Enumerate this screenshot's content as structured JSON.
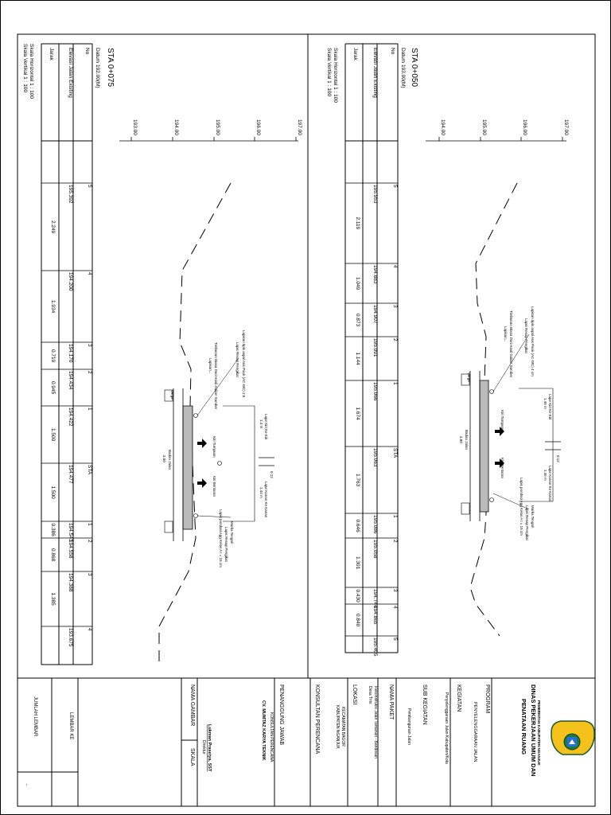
{
  "panel_a": {
    "title": "STA 0+050",
    "datum": "Datum 193.00(M)",
    "row_no": "No",
    "row_elev": "Elevasi Jalan Existing",
    "row_jarak": "Jarak",
    "y_ticks": [
      "194.00",
      "195.00",
      "196.00",
      "197.00"
    ],
    "stations": [
      "5",
      "4",
      "3",
      "2",
      "1",
      "STA",
      "1",
      "2",
      "3",
      "4",
      "5"
    ],
    "elevations": [
      "195.953",
      "194.883",
      "194.907",
      "195.091",
      "195.066",
      "195.063",
      "195.086",
      "195.058",
      "194.744",
      "194.865",
      "195.405"
    ],
    "distances": [
      "2.119",
      "1.049",
      "0.873",
      "1.144",
      "1.674",
      "1.763",
      "0.646",
      "1.301",
      "0.430",
      "0.840"
    ],
    "scale_h": "Skala Horizontal 1 : 100",
    "scale_v": "Skala Vertikal  1 : 100",
    "ann_lane_left_a": "Lajur Kiri Ke Kiri",
    "ann_lane_left_b": "1.46 m",
    "ann_lane_right_a": "Lajur Kanan Ke Kanan",
    "ann_lane_right_b": "1.46 m",
    "ann_gap": "0.12",
    "ann_surface": "Lapisan tipis aspal Aus Pasir (AC-WC) 4 cm",
    "ann_tack": "Lapis Resap Pengikat",
    "ann_base": "Timbunan Biasa Dari Hasil Galian Sumber",
    "ann_sub": "Lapisan...",
    "ann_shoulder": "Badan Jalan",
    "ann_shoulder_w": "3.80",
    "ann_center": "Marka Tengah",
    "ann_agg_tack": "Lapis Resap Pengikat",
    "ann_agg_base": "Lapis pondasi Agg Kelas A t = 15 cm",
    "ann_slope_l": "Kiri Tumpuan",
    "ann_slope_r": "Kiri Bentaran",
    "ann_verge": "Verge"
  },
  "panel_b": {
    "title": "STA 0+075",
    "datum": "Datum 192.00(M)",
    "row_no": "No",
    "row_elev": "Elevasi Jalan Existing",
    "row_jarak": "Jarak",
    "y_ticks": [
      "193.00",
      "194.00",
      "195.00",
      "196.00",
      "197.00"
    ],
    "stations": [
      "5",
      "4",
      "3",
      "2",
      "1",
      "STA",
      "1",
      "2",
      "3",
      "4"
    ],
    "elevations": [
      "195.392",
      "194.200",
      "194.170",
      "194.434",
      "194.422",
      "194.477",
      "194.543",
      "194.558",
      "194.388",
      "193.675"
    ],
    "distances": [
      "2.249",
      "1.934",
      "0.719",
      "0.945",
      "1.500",
      "1.500",
      "0.386",
      "0.868",
      "1.385"
    ],
    "scale_h": "Skala Horizontal 1 : 100",
    "scale_v": "Skala Vertikal  1 : 100",
    "ann_lane_left_a": "Lajur Kiri Ke Kiri",
    "ann_lane_left_b": "1.4 m",
    "ann_lane_right_a": "Lajur Kanan Ke Kanan",
    "ann_lane_right_b": "1.44 m",
    "ann_gap": "0.12",
    "ann_surface": "Lapisan tipis aspal Aus Pasir (AC-WC) 2.5",
    "ann_tack": "Lapis Resap Pengikat",
    "ann_base": "Timbunan Biasa Dari Hasil Galian Sumber",
    "ann_sub": "Lapisan...",
    "ann_shoulder": "Badan Jalan",
    "ann_shoulder_w": "3.50",
    "ann_center": "Marka Tengah",
    "ann_agg_tack": "Lapis Resap Pengikat",
    "ann_agg_base": "Lapis pondasi Agg Kelas A t = 15 cm",
    "ann_slope_l": "Kiri Tumpuan",
    "ann_slope_r": "Kiri Bentaran",
    "ann_verge": "Verge"
  },
  "title_block": {
    "gov_line": "PEMERINTAH KABUPATEN NGANJUK",
    "dept_line1": "DINAS PEKERJAAN UMUM DAN",
    "dept_line2": "PENATAAN RUANG",
    "program_label": "PROGRAM",
    "program_value": "PENYELENGGARAAN JALAN",
    "kegiatan_label": "KEGIATAN",
    "kegiatan_value": "Penyelenggaraan Jalan Kabupaten/Kota",
    "sub_label": "SUB KEGIATAN",
    "sub_value": "Pembangunan Jalan",
    "paket_label": "NAMA PAKET",
    "paket_value1": "Rekonstruksi Jalan Tamanan - Bandosari",
    "paket_value2": "Desa Trini",
    "lokasi_label": "LOKASI",
    "lokasi_value1": "KECAMATAN BAGOR",
    "lokasi_value2": "KABUPATEN NGANJUK",
    "konsultan_label": "KONSULTAN PERENCANA",
    "pj_label": "PENANGGUNG JAWAB",
    "pj_value1": "KONSULTAN PERENCANA",
    "pj_value2": "CV. MUMTAZ KARYA TEKNIK",
    "person_name": "Lukman Prasetya, SST",
    "person_role": "Direktur",
    "gambar_label": "NAMA GAMBAR",
    "skala_label": "SKALA",
    "lembar_label": "LEMBAR KE",
    "jumlah_label": "JUMLAH LEMBAR",
    "jumlah_value": "-"
  }
}
